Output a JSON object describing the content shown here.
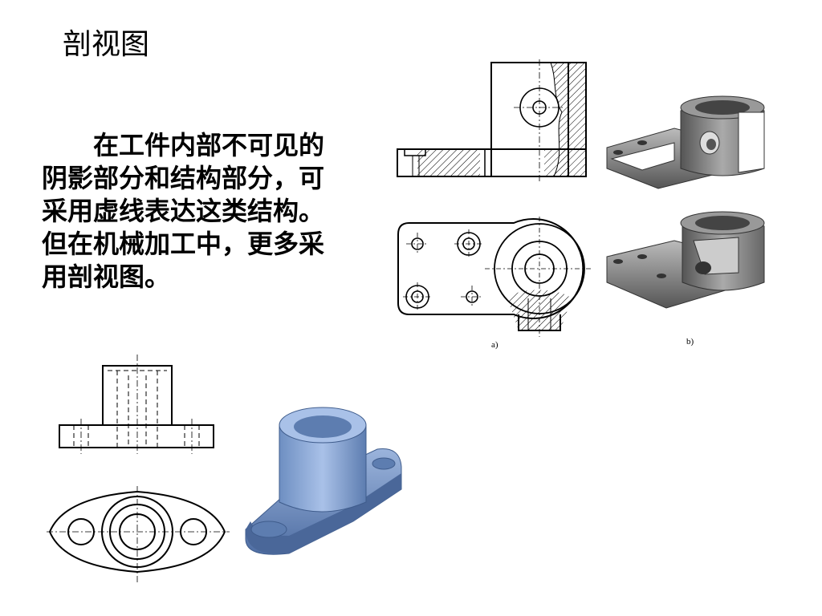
{
  "slide": {
    "title": "剖视图",
    "body_lines": [
      "在工件内部不可见的",
      "阴影部分和结构部分，可",
      "采用虚线表达这类结构。",
      "但在机械加工中，更多采",
      "用剖视图。"
    ]
  },
  "figures": {
    "caption_a": "a)",
    "caption_b": "b)"
  },
  "colors": {
    "background": "#ffffff",
    "line": "#000000",
    "model_blue": "#7a9ccf",
    "model_gray": "#8a8a8a"
  }
}
